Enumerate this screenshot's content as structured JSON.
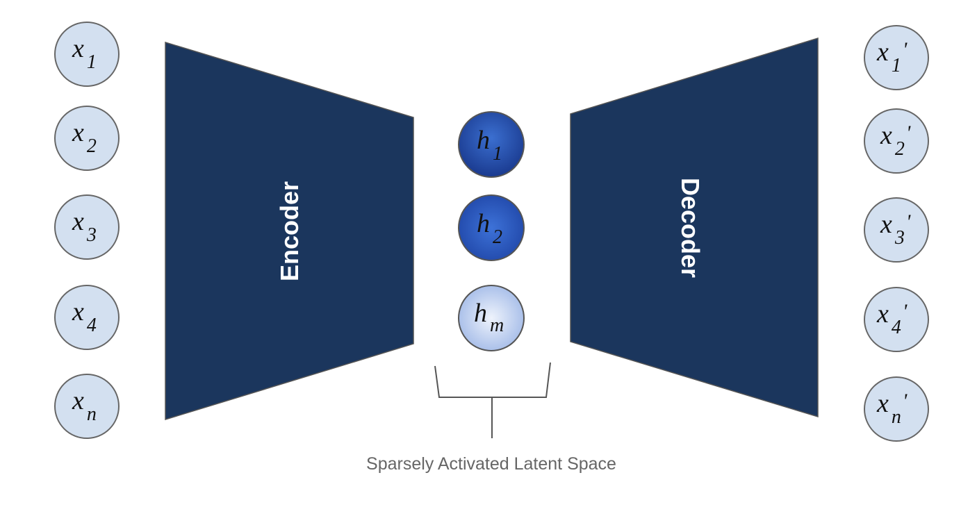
{
  "inputs": [
    {
      "base": "x",
      "sub": "1"
    },
    {
      "base": "x",
      "sub": "2"
    },
    {
      "base": "x",
      "sub": "3"
    },
    {
      "base": "x",
      "sub": "4"
    },
    {
      "base": "x",
      "sub": "n"
    }
  ],
  "outputs": [
    {
      "base": "x",
      "sub": "1",
      "prime": "'"
    },
    {
      "base": "x",
      "sub": "2",
      "prime": "'"
    },
    {
      "base": "x",
      "sub": "3",
      "prime": "'"
    },
    {
      "base": "x",
      "sub": "4",
      "prime": "'"
    },
    {
      "base": "x",
      "sub": "n",
      "prime": "'"
    }
  ],
  "latent": [
    {
      "base": "h",
      "sub": "1"
    },
    {
      "base": "h",
      "sub": "2"
    },
    {
      "base": "h",
      "sub": "m"
    }
  ],
  "encoder_label": "Encoder",
  "decoder_label": "Decoder",
  "caption": "Sparsely Activated Latent Space",
  "colors": {
    "node_fill": "#d3e0f0",
    "node_stroke": "#666666",
    "block_fill": "#1b365d",
    "latent_strong_light": "#3b6fd0",
    "latent_strong_dark": "#1a3a8f",
    "latent_weak_light": "#eef3fc",
    "latent_weak_dark": "#9db6e6",
    "caption": "#666666"
  }
}
